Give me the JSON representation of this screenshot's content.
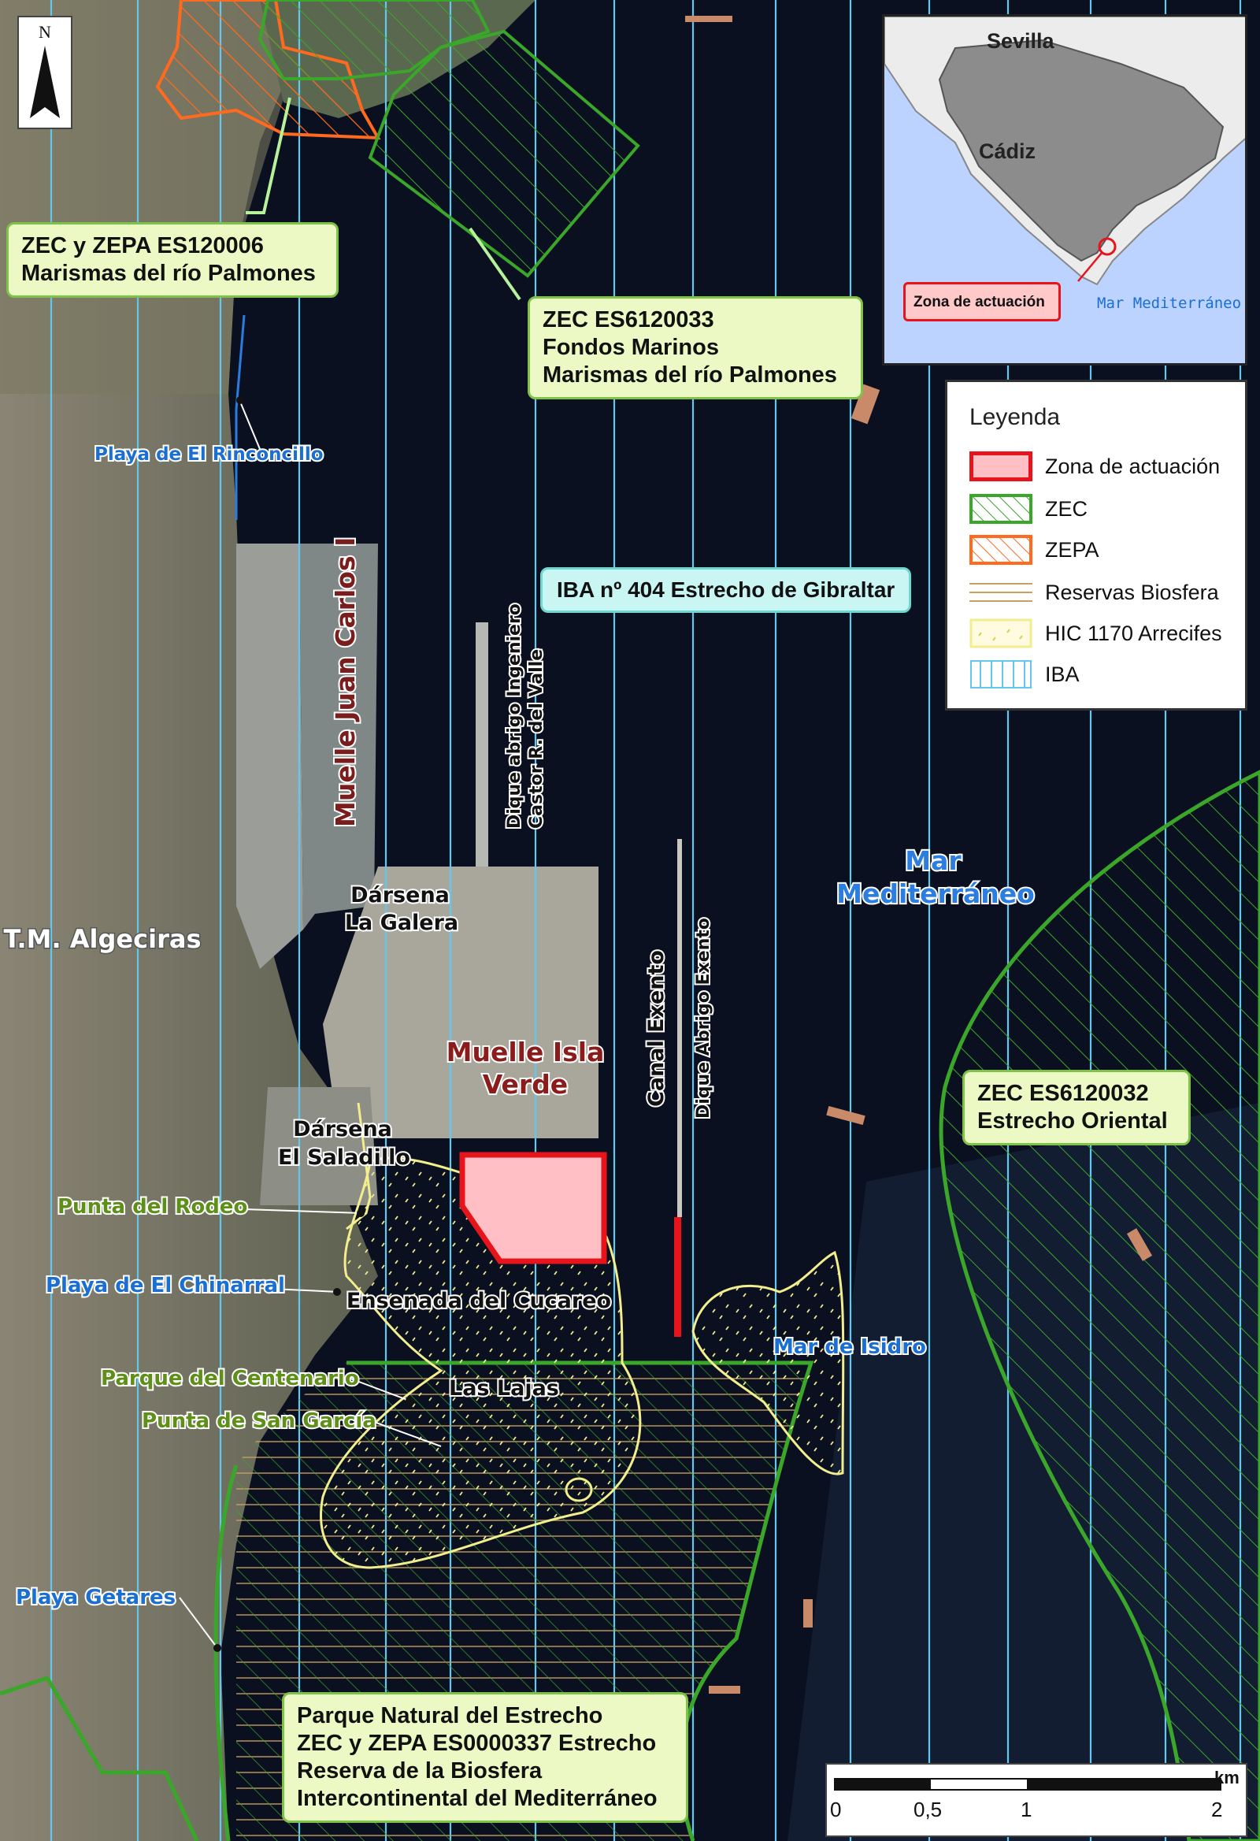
{
  "north_label": "N",
  "labels": {
    "muelle_juan_carlos": "Muelle Juan Carlos I",
    "dique_abrigo_1": "Dique abrigo Ingeniero",
    "dique_abrigo_2": "Castor R. del Valle",
    "darsena_galera_1": "Dársena",
    "darsena_galera_2": "La Galera",
    "tm_algeciras": "T.M. Algeciras",
    "muelle_isla_verde_1": "Muelle Isla",
    "muelle_isla_verde_2": "Verde",
    "canal_exento": "Canal Exento",
    "dique_abrigo_exento": "Dique Abrigo Exento",
    "darsena_saladillo_1": "Dársena",
    "darsena_saladillo_2": "El Saladillo",
    "punta_rodeo": "Punta del Rodeo",
    "playa_chinarral": "Playa de El Chinarral",
    "ensenada_cucareo": "Ensenada del Cucareo",
    "parque_centenario": "Parque del Centenario",
    "las_lajas": "Las Lajas",
    "punta_san_garcia": "Punta de San García",
    "mar_isidro": "Mar de Isidro",
    "playa_getares": "Playa Getares",
    "playa_rinconcillo": "Playa de El Rinconcillo",
    "mar_mediterraneo_1": "Mar",
    "mar_mediterraneo_2": "Mediterráneo"
  },
  "boxes": {
    "palmones_1": "ZEC y ZEPA ES120006",
    "palmones_2": "Marismas del río Palmones",
    "fondos_1": "ZEC ES6120033",
    "fondos_2": "Fondos Marinos",
    "fondos_3": "Marismas del río Palmones",
    "iba": "IBA nº 404 Estrecho de Gibraltar",
    "estrecho_oriental_1": "ZEC ES6120032",
    "estrecho_oriental_2": "Estrecho Oriental",
    "parque_1": "Parque Natural del Estrecho",
    "parque_2": "ZEC y ZEPA ES0000337 Estrecho",
    "parque_3": "Reserva de la Biosfera",
    "parque_4": "Intercontinental del Mediterráneo"
  },
  "inset": {
    "sevilla": "Sevilla",
    "cadiz": "Cádiz",
    "zona": "Zona de actuación",
    "mar": "Mar Mediterráneo"
  },
  "legend": {
    "title": "Leyenda",
    "items": [
      {
        "label": "Zona de actuación",
        "key": "zona"
      },
      {
        "label": "ZEC",
        "key": "zec"
      },
      {
        "label": "ZEPA",
        "key": "zepa"
      },
      {
        "label": "Reservas Biosfera",
        "key": "biosfera"
      },
      {
        "label": "HIC 1170 Arrecifes",
        "key": "hic"
      },
      {
        "label": "IBA",
        "key": "iba"
      }
    ]
  },
  "scale": {
    "ticks": [
      "0",
      "0,5",
      "1",
      "2"
    ],
    "unit": "km"
  },
  "colors": {
    "zec": "#3aa62a",
    "zepa": "#ff6a1f",
    "iba": "#63c8ee",
    "biosfera": "#c8a060",
    "hic": "#f2ee8e",
    "zona_fill": "#ffbfc4",
    "zona_stroke": "#e8141b",
    "sea": "#0a0f1e",
    "land": "#6c6a5c"
  }
}
